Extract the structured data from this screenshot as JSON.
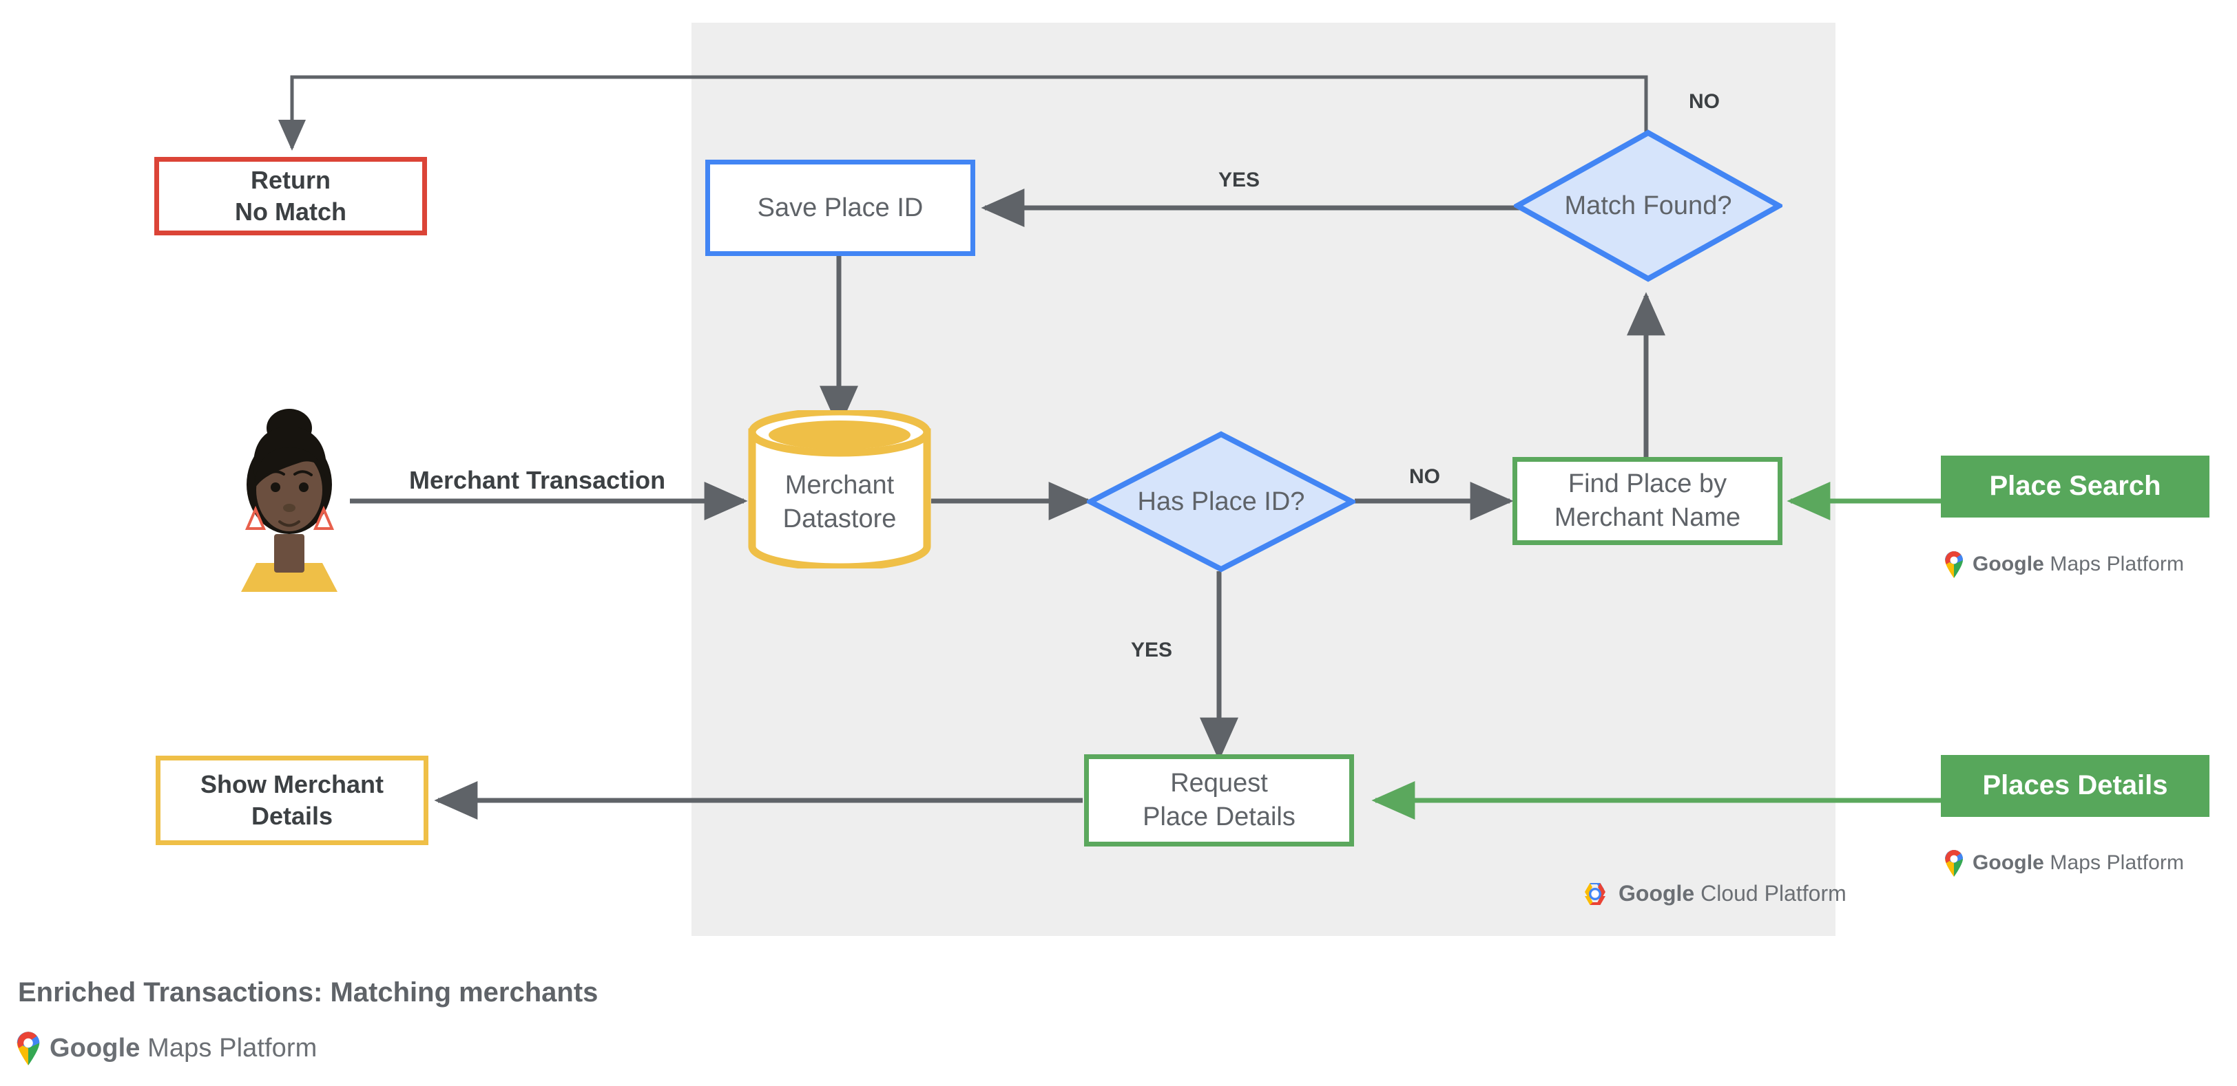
{
  "diagram": {
    "title": "Enriched Transactions: Matching merchants",
    "panel_label": "Google Cloud Platform",
    "background_color": "#ffffff",
    "panel_color": "#eeeeee"
  },
  "actor": {
    "name": "merchant-customer-avatar",
    "skin_color": "#6B4F3F",
    "hair_color": "#1B1B1B",
    "shirt_color": "#EFBF47",
    "earring_color": "#DB4437"
  },
  "nodes": {
    "return_no_match": {
      "line1": "Return",
      "line2": "No Match",
      "color": "#DB4437",
      "shape": "process"
    },
    "save_place_id": {
      "line1": "Save Place ID",
      "line2": "",
      "color": "#4285F4",
      "shape": "process"
    },
    "merchant_datastore": {
      "line1": "Merchant",
      "line2": "Datastore",
      "color": "#EFBF47",
      "shape": "datastore"
    },
    "has_place_id": {
      "line1": "Has",
      "line2": "Place ID?",
      "color": "#4285F4",
      "shape": "decision"
    },
    "match_found": {
      "line1": "Match",
      "line2": "Found?",
      "color": "#4285F4",
      "shape": "decision"
    },
    "find_place_by_merchant_name": {
      "line1": "Find Place by",
      "line2": "Merchant Name",
      "color": "#5BA85D",
      "shape": "process"
    },
    "request_place_details": {
      "line1": "Request",
      "line2": "Place Details",
      "color": "#5BA85D",
      "shape": "process"
    },
    "show_merchant_details": {
      "line1": "Show Merchant",
      "line2": "Details",
      "color": "#EFBF47",
      "shape": "process"
    },
    "place_search": {
      "label": "Place Search",
      "color": "#57A75B",
      "shape": "api"
    },
    "places_details": {
      "label": "Places Details",
      "color": "#57A75B",
      "shape": "api"
    }
  },
  "edge_labels": {
    "merchant_transaction": "Merchant Transaction",
    "has_place_id_no": "NO",
    "has_place_id_yes": "YES",
    "match_found_yes": "YES",
    "match_found_no": "NO"
  },
  "logos": {
    "maps_platform_brand": "Google",
    "maps_platform_suffix": " Maps Platform",
    "cloud_platform_brand": "Google",
    "cloud_platform_suffix": " Cloud Platform",
    "google_blue": "#4285F4",
    "google_red": "#EA4335",
    "google_yellow": "#FBBC04",
    "google_green": "#34A853"
  }
}
